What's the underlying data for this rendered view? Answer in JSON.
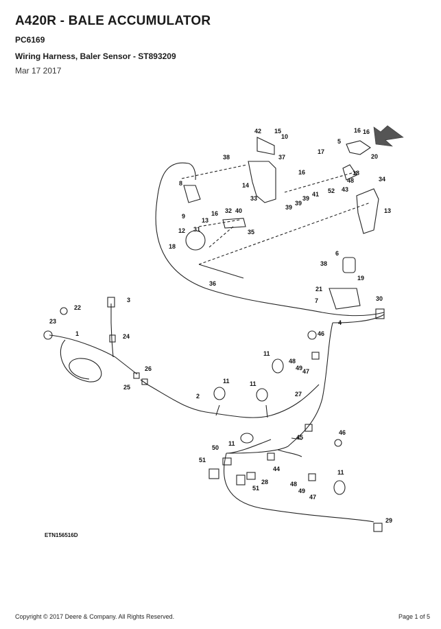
{
  "header": {
    "title": "A420R - BALE ACCUMULATOR",
    "code": "PC6169",
    "subtitle": "Wiring Harness, Baler Sensor - ST893209",
    "date": "Mar 17 2017"
  },
  "diagram": {
    "figure_code": "ETN156516D",
    "callouts": [
      "1",
      "2",
      "3",
      "4",
      "5",
      "6",
      "7",
      "8",
      "9",
      "10",
      "11",
      "12",
      "13",
      "14",
      "15",
      "16",
      "17",
      "18",
      "19",
      "20",
      "21",
      "22",
      "23",
      "24",
      "25",
      "26",
      "27",
      "28",
      "29",
      "30",
      "31",
      "32",
      "33",
      "34",
      "35",
      "36",
      "37",
      "38",
      "39",
      "40",
      "41",
      "42",
      "43",
      "44",
      "45",
      "46",
      "47",
      "48",
      "49",
      "50",
      "51",
      "52"
    ]
  },
  "footer": {
    "copyright": "Copyright © 2017 Deere & Company. All Rights Reserved.",
    "page": "Page 1 of 5"
  }
}
